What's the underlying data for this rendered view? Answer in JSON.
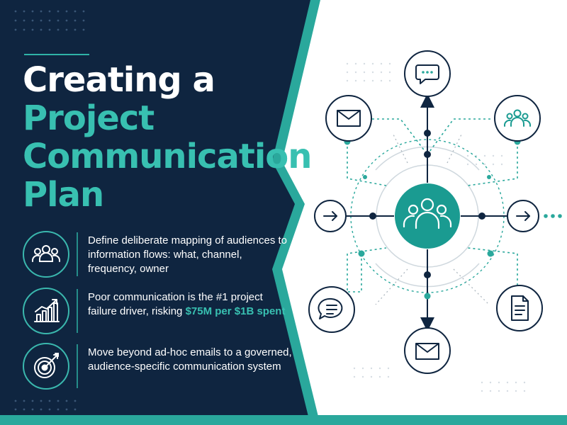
{
  "colors": {
    "navy": "#0f2540",
    "teal": "#2aa89c",
    "teal_bright": "#38c0b1",
    "hub": "#1a9b91",
    "white": "#ffffff"
  },
  "title": {
    "line1": "Creating a",
    "line2": "Project",
    "line3": "Communication",
    "line4": "Plan"
  },
  "features": [
    {
      "icon": "people-group-icon",
      "text": "Define deliberate mapping of audiences to information flows: what, channel, frequency, owner"
    },
    {
      "icon": "bar-chart-trend-icon",
      "text_before": "Poor communication is the #1 project failure driver, risking",
      "highlight": "$75M per $1B spent"
    },
    {
      "icon": "target-arrow-icon",
      "text": "Move beyond ad-hoc emails to a governed, audience-specific communication system"
    }
  ],
  "diagram": {
    "hub_icon": "people-group-icon",
    "nodes": [
      "chat-bubble-icon",
      "envelope-icon",
      "people-group-icon",
      "arrow-right-icon",
      "arrow-right-icon",
      "message-lines-icon",
      "document-icon",
      "envelope-icon"
    ]
  }
}
